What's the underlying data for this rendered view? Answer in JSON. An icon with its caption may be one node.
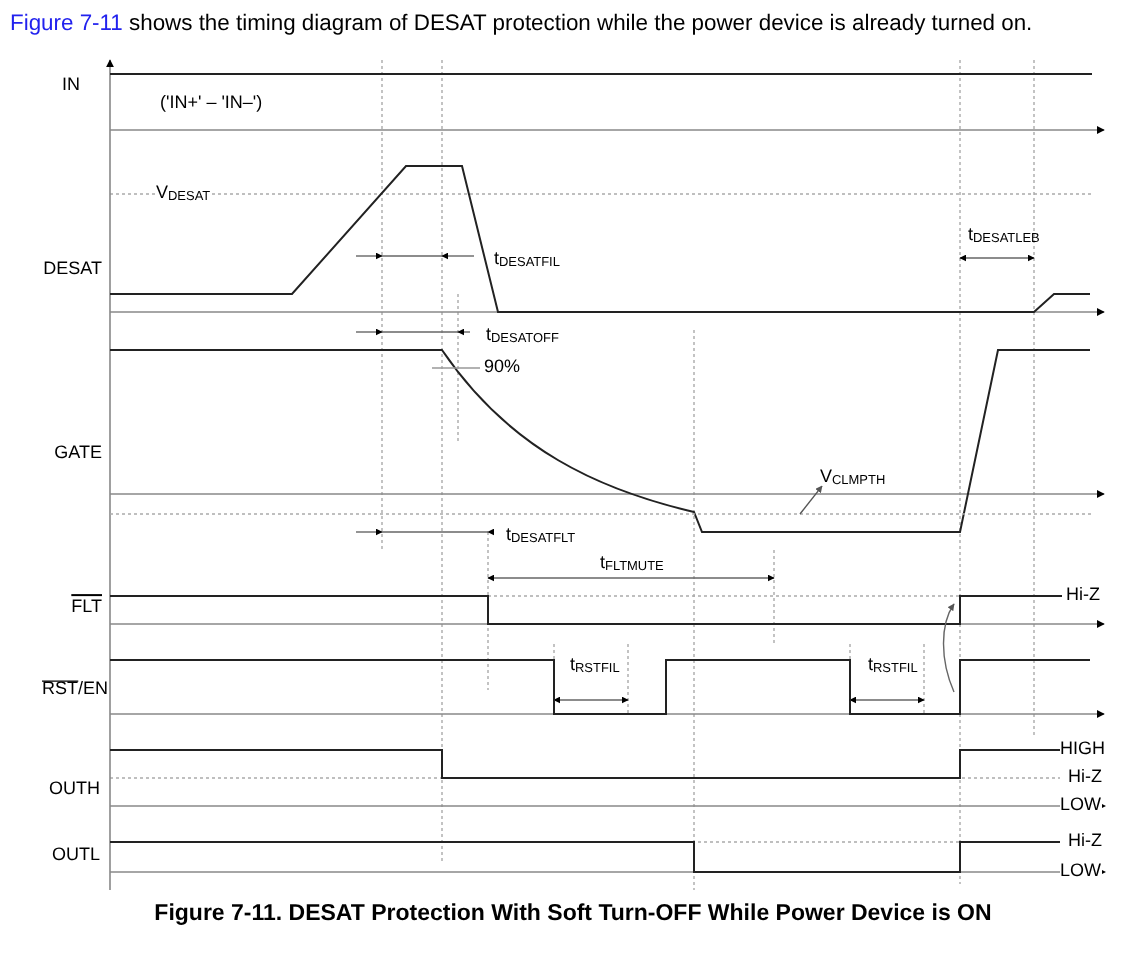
{
  "diagram": {
    "caption": "Figure 7-11. DESAT Protection With Soft Turn-OFF While Power Device is ON",
    "nodes": [
      {
        "text": [
          "V$_{CLMPTH}$"
        ]
      },
      {
        "text": [],
        "shape": "line"
      }
    ],
    "edges": [
      {
        "from": 1,
        "to": 0,
        "arrow": "to"
      }
    ],
    "labels": [
      "Figure 7-11",
      "shows the timing diagram of DESAT protection while the power device is already turned on.",
      "IN",
      "('IN+' – 'IN–')",
      "V$_{DESAT}$",
      "DESAT",
      "t$_{DESATFIL}$",
      "t$_{DESATLEB}$",
      "t$_{DESATOFF}$",
      "90%",
      "GATE",
      "t$_{DESATFLT}$",
      "t$_{FLTMUTE}$",
      "FLT",
      "Hi-Z",
      "t$_{RSTFIL}$",
      "t$_{RSTFIL}$",
      "RST/EN",
      "HIGH",
      "Hi-Z",
      "OUTH",
      "LOW",
      "Hi-Z",
      "OUTL",
      "LOW"
    ]
  }
}
